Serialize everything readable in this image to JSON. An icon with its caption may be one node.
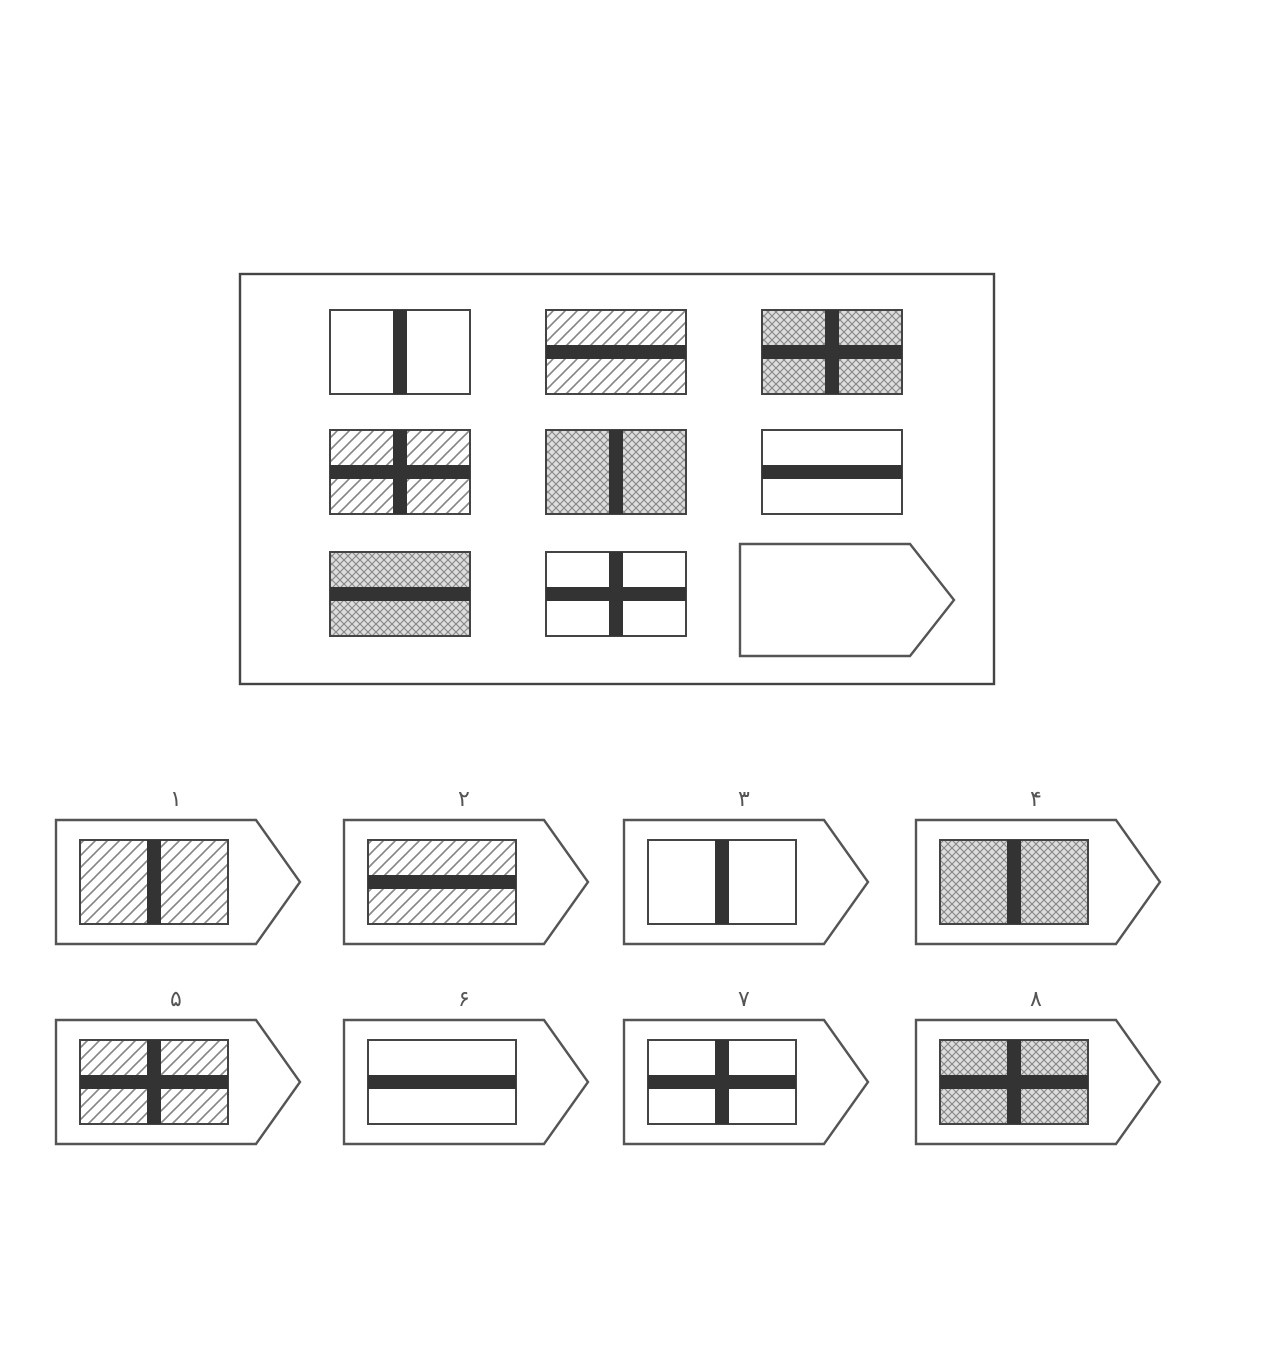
{
  "diagram": {
    "nodes": [
      {
        "text": [],
        "shape": "box"
      }
    ],
    "labels": [
      "۱",
      "۲",
      "۳",
      "۴",
      "۵",
      "۶",
      "۷",
      "۸"
    ]
  }
}
